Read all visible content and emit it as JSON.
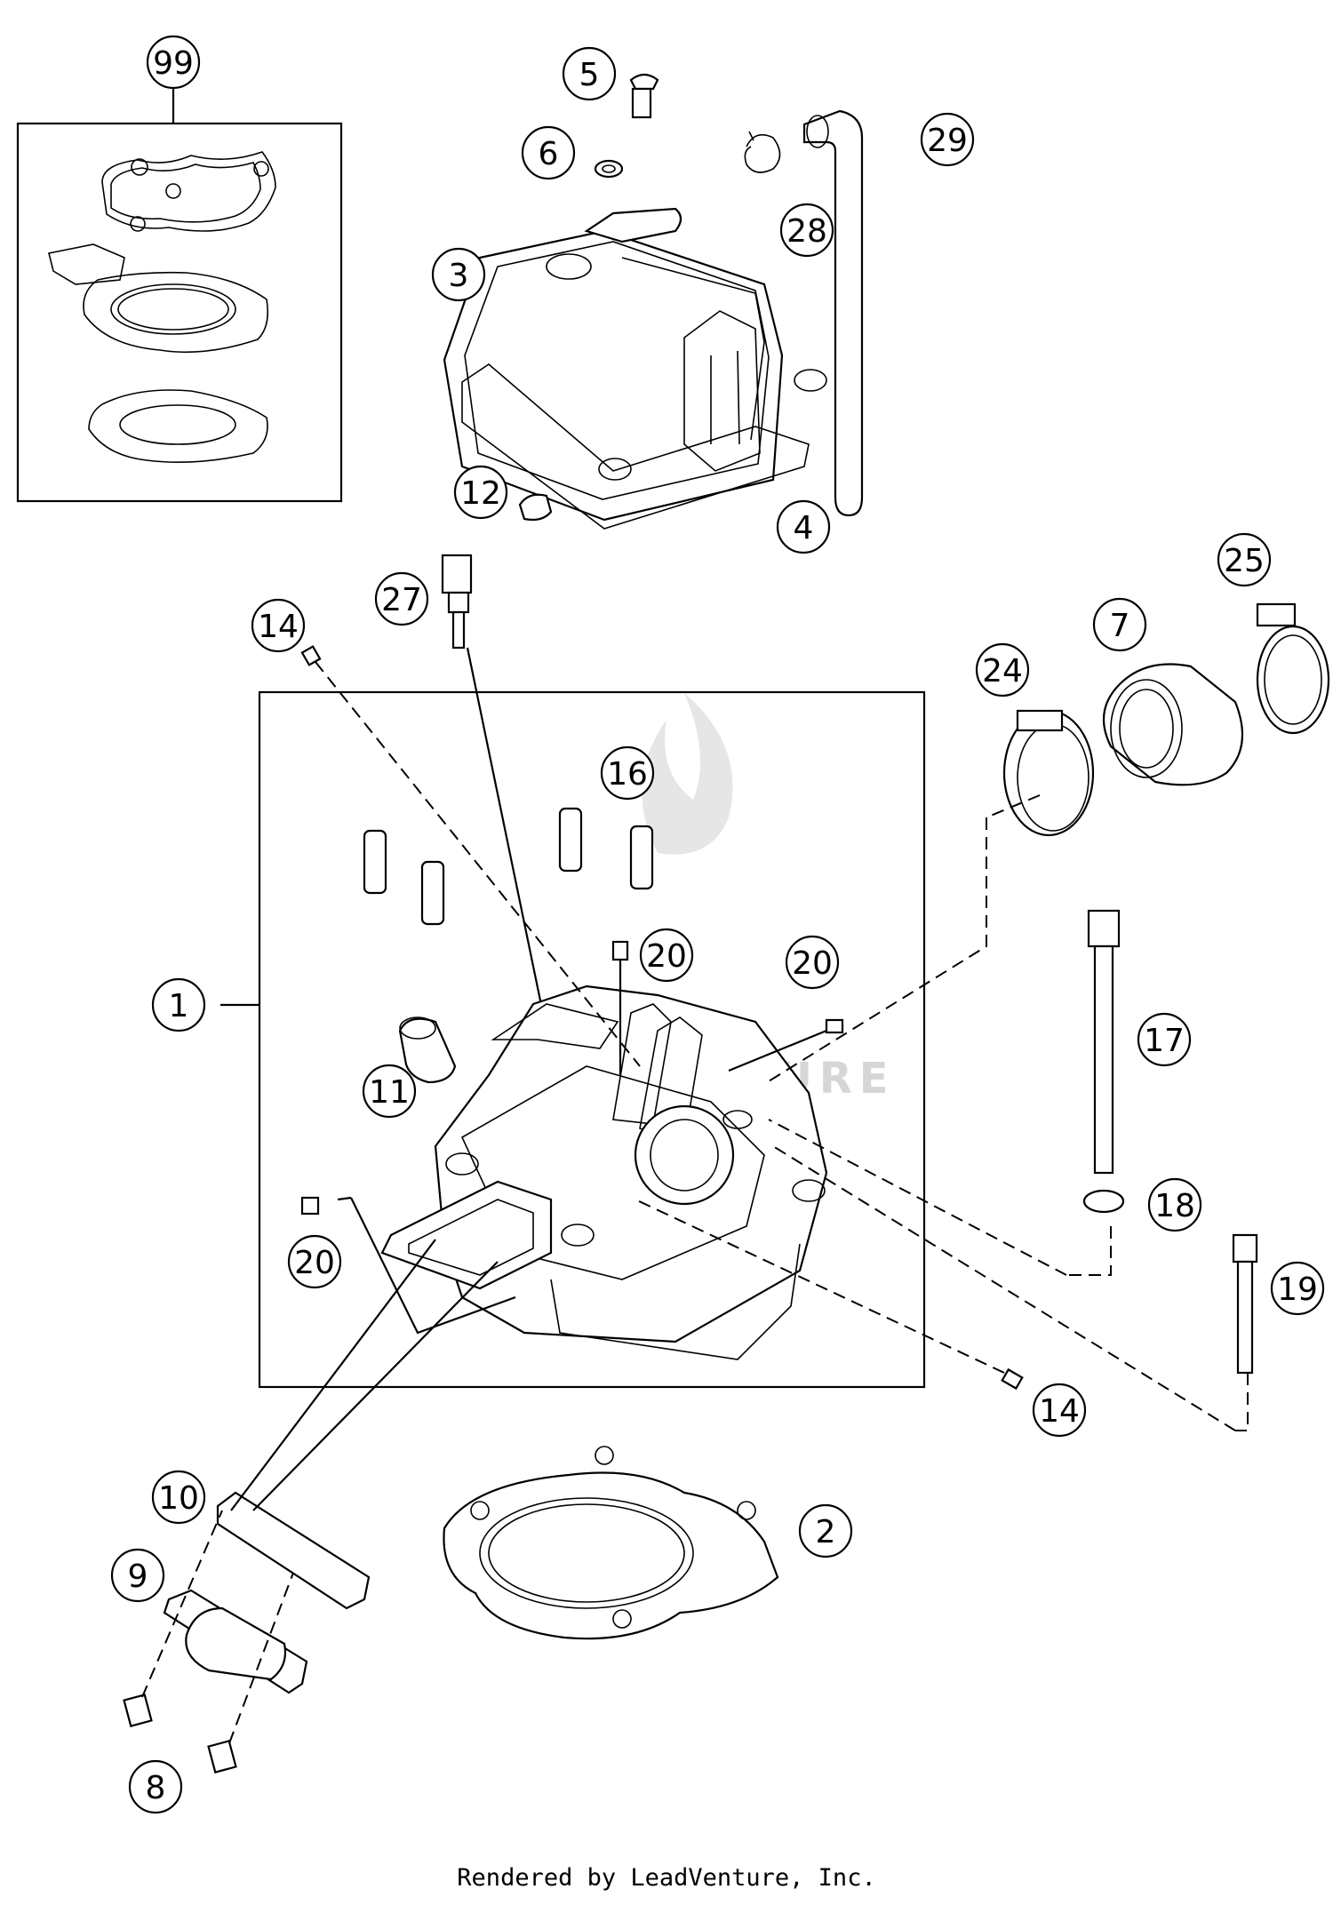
{
  "diagram": {
    "callouts": [
      "99",
      "5",
      "6",
      "3",
      "29",
      "28",
      "12",
      "4",
      "27",
      "14",
      "25",
      "7",
      "24",
      "16",
      "20",
      "20",
      "1",
      "11",
      "17",
      "18",
      "20",
      "19",
      "14",
      "10",
      "2",
      "9",
      "8"
    ]
  },
  "watermark": {
    "text": "VENTURE"
  },
  "footer": {
    "text": "Rendered by LeadVenture, Inc."
  }
}
